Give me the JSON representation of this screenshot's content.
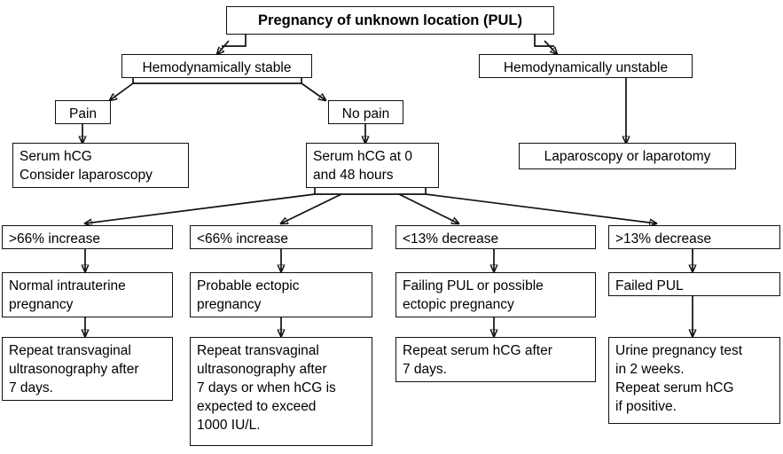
{
  "figure": {
    "kind": "clinical-flowchart",
    "background_color": "#ffffff",
    "line_color": "#111111",
    "text_color": "#000000"
  },
  "nodes": {
    "root": "Pregnancy of unknown location (PUL)",
    "stable": "Hemodynamically stable",
    "unstable": "Hemodynamically unstable",
    "pain": "Pain",
    "no_pain": "No pain",
    "pain_action": "Serum hCG\nConsider laparoscopy",
    "nopain_action": "Serum hCG at 0\nand 48 hours",
    "unstable_action": "Laparoscopy or laparotomy",
    "inc66": ">66% increase",
    "inc66_less": "<66% increase",
    "dec13_less": "<13% decrease",
    "dec13": ">13% decrease",
    "normal_iup": "Normal intrauterine\npregnancy",
    "probable_ectopic": "Probable ectopic\npregnancy",
    "failing_pul": "Failing PUL or possible\nectopic pregnancy",
    "failed_pul": "Failed PUL",
    "repeat_tvs_7": "Repeat transvaginal\nultrasonography after\n7 days.",
    "repeat_tvs_hcg": "Repeat transvaginal\nultrasonography after\n7 days or when hCG is\nexpected to exceed\n1000 IU/L.",
    "repeat_serum": "Repeat serum hCG after\n7 days.",
    "urine_test": "Urine pregnancy test\nin 2 weeks.\nRepeat serum hCG\nif positive."
  },
  "edges": [
    {
      "from": "root",
      "to": "stable"
    },
    {
      "from": "root",
      "to": "unstable"
    },
    {
      "from": "stable",
      "to": "pain"
    },
    {
      "from": "stable",
      "to": "no_pain"
    },
    {
      "from": "pain",
      "to": "pain_action"
    },
    {
      "from": "no_pain",
      "to": "nopain_action"
    },
    {
      "from": "unstable",
      "to": "unstable_action"
    },
    {
      "from": "nopain_action",
      "to": "inc66"
    },
    {
      "from": "nopain_action",
      "to": "inc66_less"
    },
    {
      "from": "nopain_action",
      "to": "dec13_less"
    },
    {
      "from": "nopain_action",
      "to": "dec13"
    },
    {
      "from": "inc66",
      "to": "normal_iup"
    },
    {
      "from": "inc66_less",
      "to": "probable_ectopic"
    },
    {
      "from": "dec13_less",
      "to": "failing_pul"
    },
    {
      "from": "dec13",
      "to": "failed_pul"
    },
    {
      "from": "normal_iup",
      "to": "repeat_tvs_7"
    },
    {
      "from": "probable_ectopic",
      "to": "repeat_tvs_hcg"
    },
    {
      "from": "failing_pul",
      "to": "repeat_serum"
    },
    {
      "from": "failed_pul",
      "to": "urine_test"
    }
  ]
}
